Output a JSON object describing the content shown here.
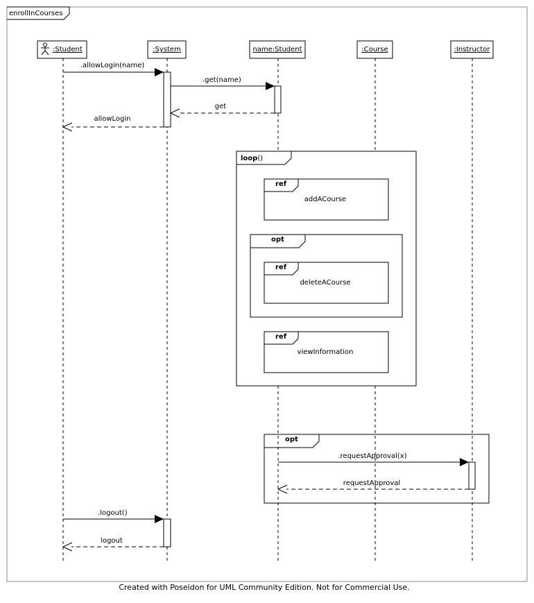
{
  "diagram": {
    "frame_title": "enrollInCourses",
    "footer": "Created with Poseidon for UML Community Edition. Not for Commercial Use.",
    "lifelines": [
      {
        "id": "student",
        "label": ":Student",
        "actor": true
      },
      {
        "id": "system",
        "label": ":System",
        "actor": false
      },
      {
        "id": "name-student",
        "label": "name:Student",
        "actor": false
      },
      {
        "id": "course",
        "label": ":Course",
        "actor": false
      },
      {
        "id": "instructor",
        "label": ":Instructor",
        "actor": false
      }
    ],
    "messages": [
      {
        "label": ".allowLogin(name)",
        "from": "student",
        "to": "system",
        "kind": "sync"
      },
      {
        "label": ".get(name)",
        "from": "system",
        "to": "name-student",
        "kind": "sync"
      },
      {
        "label": "get",
        "from": "name-student",
        "to": "system",
        "kind": "return"
      },
      {
        "label": "allowLogin",
        "from": "system",
        "to": "student",
        "kind": "return"
      },
      {
        "label": ".requestApproval(x)",
        "from": "name-student",
        "to": "instructor",
        "kind": "sync"
      },
      {
        "label": "requestApproval",
        "from": "instructor",
        "to": "name-student",
        "kind": "return"
      },
      {
        "label": ".logout()",
        "from": "student",
        "to": "system",
        "kind": "sync"
      },
      {
        "label": "logout",
        "from": "system",
        "to": "student",
        "kind": "return"
      }
    ],
    "fragments": {
      "loop": {
        "operator": "loop",
        "guard": "()"
      },
      "opt_inner": {
        "operator": "opt"
      },
      "opt_outer": {
        "operator": "opt"
      }
    },
    "refs": [
      {
        "tag": "ref",
        "label": "addACourse"
      },
      {
        "tag": "ref",
        "label": "deleteACourse"
      },
      {
        "tag": "ref",
        "label": "viewInformation"
      }
    ]
  }
}
